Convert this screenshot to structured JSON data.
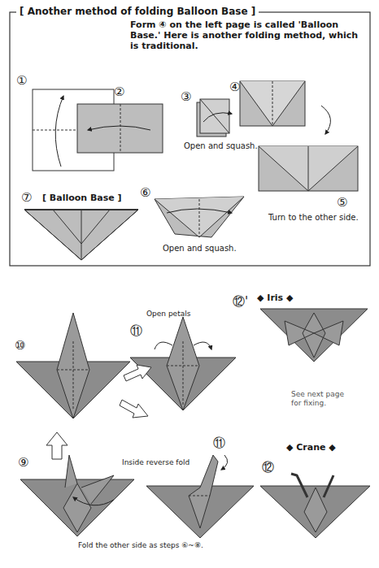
{
  "diagram": {
    "title": "[ Another method of folding Balloon Base ]",
    "labels": [
      "Form ④ on the left page is called 'Balloon Base.' Here is another folding method, which is traditional.",
      "①",
      "②",
      "③",
      "Open and squash.",
      "④",
      "⑤",
      "Turn to the other side.",
      "⑥",
      "Open and squash.",
      "⑦",
      "[ Balloon Base ]",
      "⑩",
      "⑪",
      "Open petals",
      "⑫'",
      "◆ Iris ◆",
      "See next page for fixing.",
      "⑪",
      "Inside reverse fold",
      "◆ Crane ◆",
      "⑫",
      "⑨",
      "Fold the other side as steps ⑥~⑧."
    ]
  }
}
